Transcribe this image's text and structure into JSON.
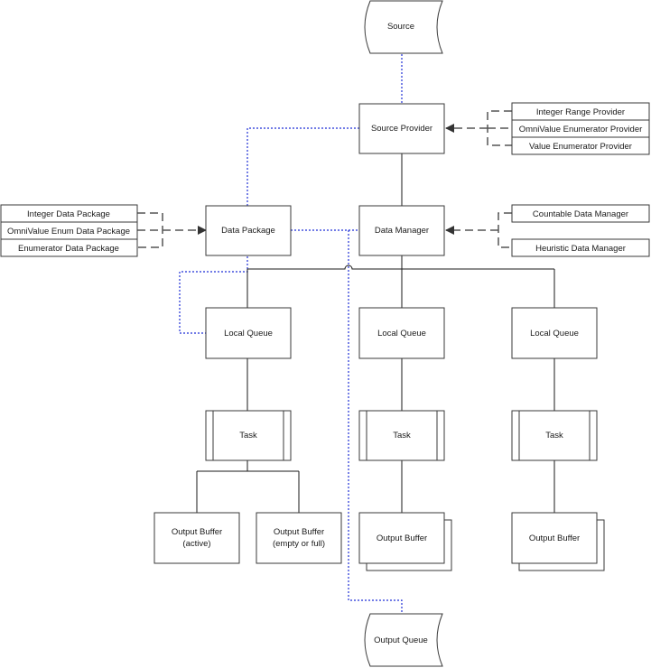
{
  "nodes": {
    "source": "Source",
    "source_provider": "Source Provider",
    "integer_range_provider": "Integer Range Provider",
    "omnivalue_enumerator_provider": "OmniValue Enumerator Provider",
    "value_enumerator_provider": "Value Enumerator Provider",
    "integer_data_package": "Integer Data Package",
    "omnivalue_enum_data_package": "OmniValue Enum Data Package",
    "enumerator_data_package": "Enumerator Data Package",
    "data_package": "Data Package",
    "data_manager": "Data Manager",
    "countable_data_manager": "Countable Data Manager",
    "heuristic_data_manager": "Heuristic Data Manager",
    "local_queue_1": "Local Queue",
    "local_queue_2": "Local Queue",
    "local_queue_3": "Local Queue",
    "task_1": "Task",
    "task_2": "Task",
    "task_3": "Task",
    "output_buffer_active_line1": "Output Buffer",
    "output_buffer_active_line2": "(active)",
    "output_buffer_empty_line1": "Output Buffer",
    "output_buffer_empty_line2": "(empty or full)",
    "output_buffer_2": "Output Buffer",
    "output_buffer_3": "Output Buffer",
    "output_queue": "Output Queue"
  },
  "colors": {
    "data_flow": "#1f2fd6",
    "control_flow": "#1a1a1a",
    "dependency_dashed": "#555555"
  }
}
